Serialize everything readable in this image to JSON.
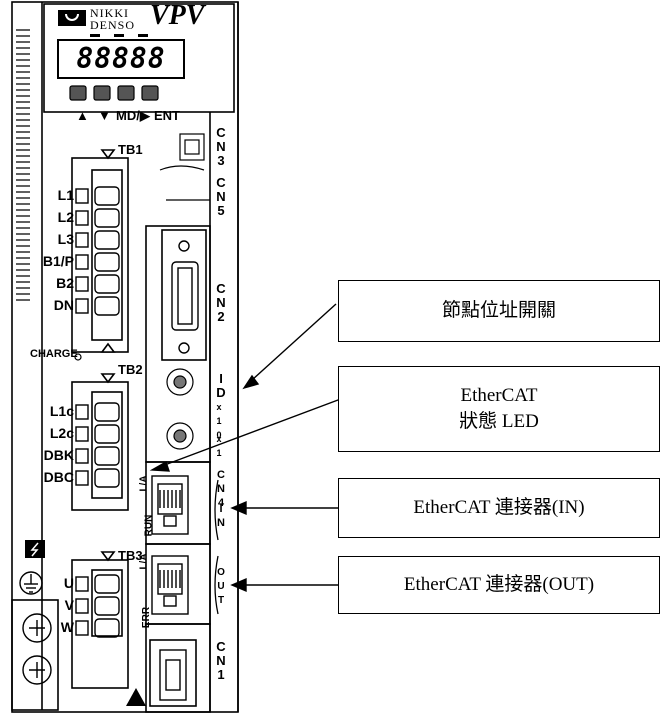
{
  "device": {
    "brand_top": "NIKKI",
    "brand_bottom": "DENSO",
    "model": "VPV",
    "display": "88888",
    "keys": [
      "▲",
      "▼",
      "MD/▶",
      "ENT"
    ],
    "tb1": "TB1",
    "tb2": "TB2",
    "tb3": "TB3",
    "tb1_pins": [
      "L1",
      "L2",
      "L3",
      "B1/P",
      "B2",
      "DN"
    ],
    "tb2_pins": [
      "L1c",
      "L2c",
      "DBK",
      "DBC"
    ],
    "tb3_pins": [
      "U",
      "V",
      "W"
    ],
    "charge": "CHARGE",
    "cn3": "CN3",
    "cn5": "CN5",
    "cn2": "CN2",
    "id": "ID",
    "x10": "x10",
    "x1": "x1",
    "cn4": "CN4",
    "in": "IN",
    "out": "OUT",
    "cn1": "CN1",
    "la": "L/A",
    "run": "RUN",
    "err": "ERR"
  },
  "callouts": {
    "node_switch": "節點位址開關",
    "led_line1": "EtherCAT",
    "led_line2": "狀態 LED",
    "conn_in": "EtherCAT  連接器(IN)",
    "conn_out": "EtherCAT  連接器(OUT)"
  }
}
